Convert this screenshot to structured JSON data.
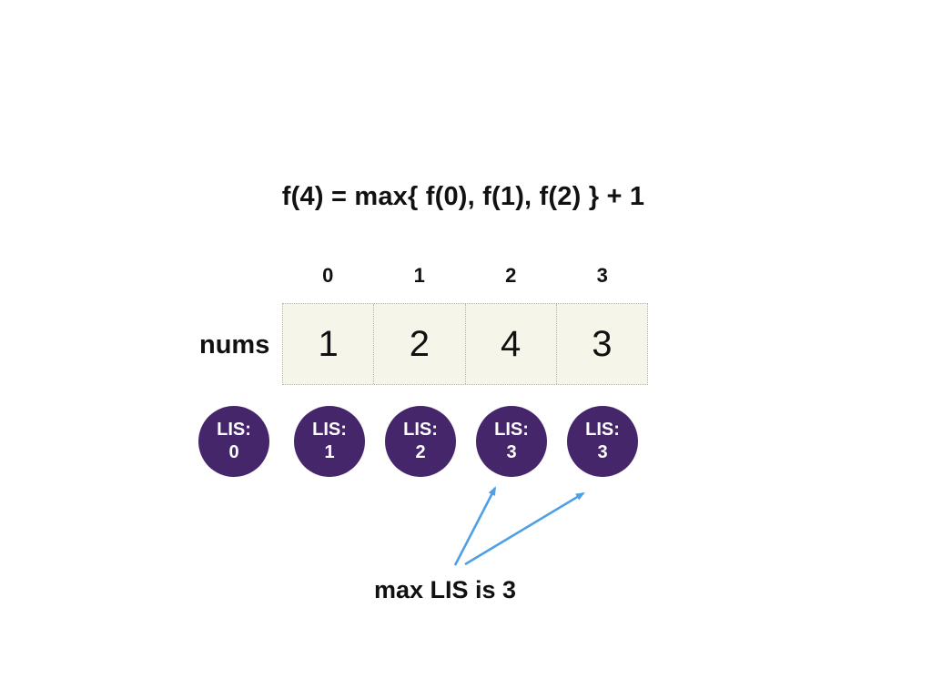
{
  "title": {
    "formula": "f(4) = max{ f(0), f(1), f(2) } + 1"
  },
  "nums_array": {
    "label": "nums",
    "indices": [
      "0",
      "1",
      "2",
      "3"
    ],
    "values": [
      "1",
      "2",
      "4",
      "3"
    ]
  },
  "lis_circles": {
    "prefix": "LIS:",
    "values": [
      "0",
      "1",
      "2",
      "3",
      "3"
    ]
  },
  "annotation": {
    "caption": "max LIS is 3"
  },
  "colors": {
    "circle_purple": "#46266b",
    "cell_cream": "#f6f5e9",
    "arrow_blue": "#4d9fe8",
    "text_ink": "#111111",
    "dotted_border": "#b8b7ab"
  }
}
